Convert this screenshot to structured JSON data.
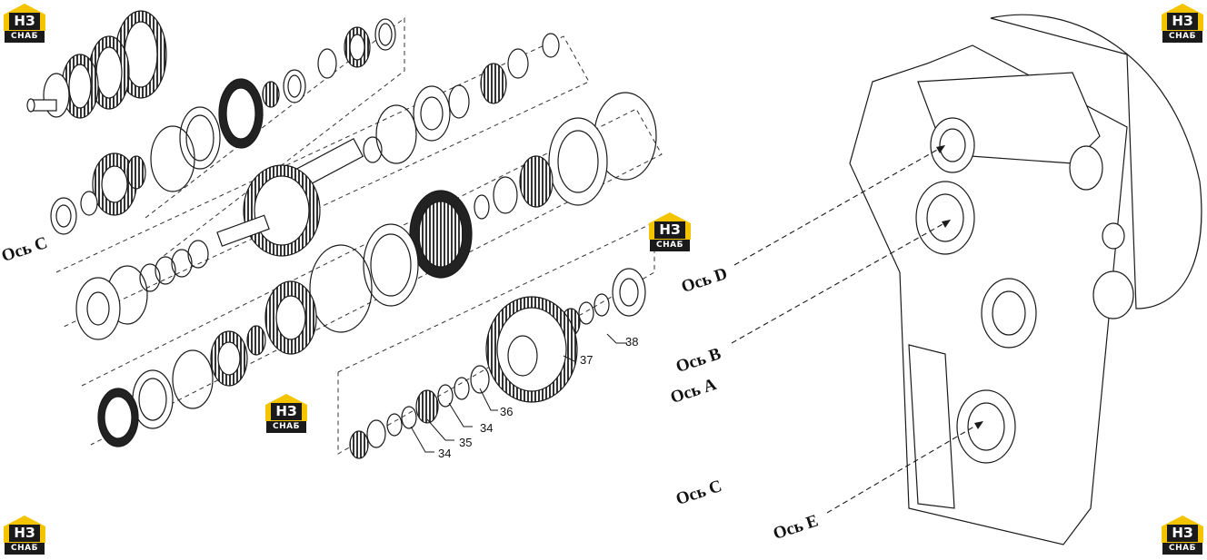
{
  "logo": {
    "mark": "НЗ",
    "sub": "СНАБ"
  },
  "axis_labels": {
    "c_left": "Ось C",
    "d": "Ось D",
    "b": "Ось B",
    "a": "Ось A",
    "c_right": "Ось C",
    "e": "Ось E"
  },
  "callouts": [
    "34",
    "35",
    "34",
    "36",
    "37",
    "38"
  ],
  "colors": {
    "line": "#1a1a1a",
    "logo_yellow": "#f5c400",
    "logo_dark": "#1a1a1a"
  }
}
